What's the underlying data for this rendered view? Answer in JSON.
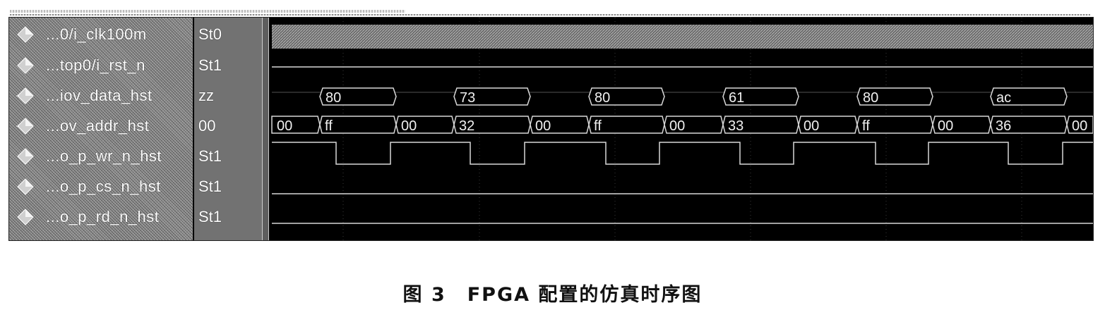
{
  "signals": [
    {
      "name": "...0/i_clk100m",
      "value": "St0"
    },
    {
      "name": "...top0/i_rst_n",
      "value": "St1"
    },
    {
      "name": "...iov_data_hst",
      "value": "zz"
    },
    {
      "name": "...ov_addr_hst",
      "value": "00"
    },
    {
      "name": "...o_p_wr_n_hst",
      "value": "St1"
    },
    {
      "name": "...o_p_cs_n_hst",
      "value": "St1"
    },
    {
      "name": "...o_p_rd_n_hst",
      "value": "St1"
    }
  ],
  "waves": {
    "data_hst_values": [
      "80",
      "73",
      "80",
      "61",
      "80",
      "ac"
    ],
    "addr_hst_values": [
      "00",
      "ff",
      "00",
      "32",
      "00",
      "ff",
      "00",
      "33",
      "00",
      "ff",
      "00",
      "36",
      "00"
    ]
  },
  "caption": {
    "figure": "图 3",
    "title": "FPGA 配置的仿真时序图"
  },
  "colors": {
    "wave_bg": "#000000",
    "wave_line": "#d8d8d8",
    "grid": "#3a3a3a",
    "name_pane": "#8f8f8f",
    "value_pane": "#727272"
  }
}
